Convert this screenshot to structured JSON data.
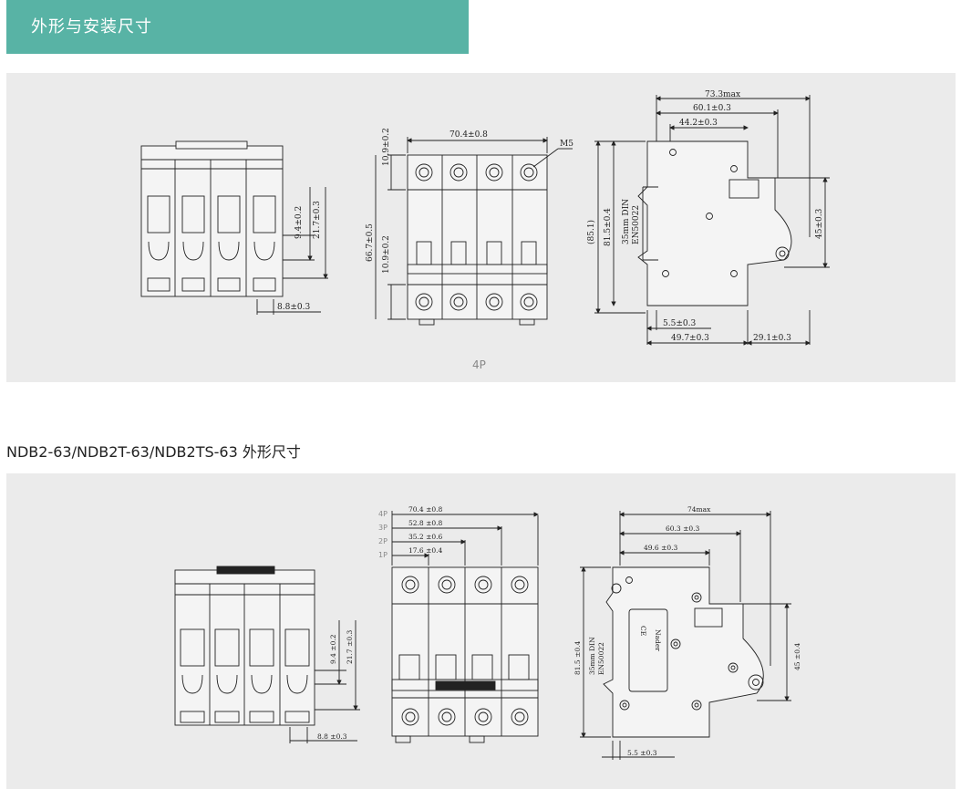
{
  "header": {
    "title": "外形与安装尺寸"
  },
  "section1": {
    "caption": "4P",
    "dims": {
      "front_left": [
        "9.4±0.2",
        "21.7±0.3",
        "8.8±0.3"
      ],
      "front_mid": [
        "70.4±0.8",
        "M5",
        "10.9±0.2",
        "66.7±0.5",
        "10.9±0.2"
      ],
      "side": [
        "73.3max",
        "60.1±0.3",
        "44.2±0.3",
        "(85.1)",
        "81.5±0.4",
        "35mm DIN",
        "EN50022",
        "45±0.3",
        "5.5±0.3",
        "49.7±0.3",
        "29.1±0.3"
      ]
    }
  },
  "section2": {
    "title": "NDB2-63/NDB2T-63/NDB2TS-63 外形尺寸",
    "dims": {
      "front_left": [
        "9.4 ±0.2",
        "21.7 ±0.3",
        "8.8 ±0.3"
      ],
      "front_mid": [
        "70.4 ±0.8",
        "52.8 ±0.8",
        "35.2 ±0.6",
        "17.6 ±0.4"
      ],
      "pole_labels": [
        "4P",
        "3P",
        "2P",
        "1P"
      ],
      "side": [
        "74max",
        "60.3 ±0.3",
        "49.6 ±0.3",
        "81.5 ±0.4",
        "35mm DIN",
        "EN50022",
        "45 ±0.4",
        "5.5 ±0.3"
      ]
    },
    "device_label": {
      "brand": "Nader",
      "mark": "CE"
    }
  }
}
